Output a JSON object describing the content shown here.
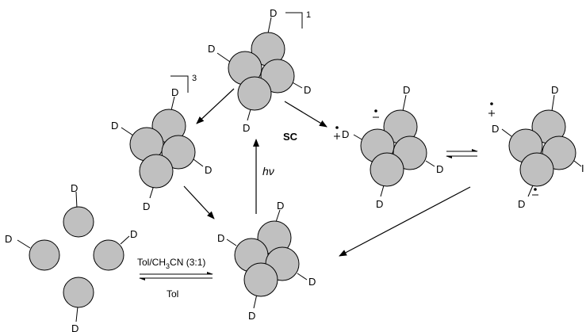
{
  "atom_label": "D",
  "iodide_label": "I",
  "singlet_superscript": "1",
  "triplet_superscript": "3",
  "sc_label": "SC",
  "hv_label": "hν",
  "forward_condition": "Tol/CH",
  "forward_condition_sub": "3",
  "forward_condition_tail": "CN (3:1)",
  "reverse_condition": "Tol",
  "colors": {
    "sphere_fill": "#c0c0c0",
    "stroke": "#000000"
  }
}
